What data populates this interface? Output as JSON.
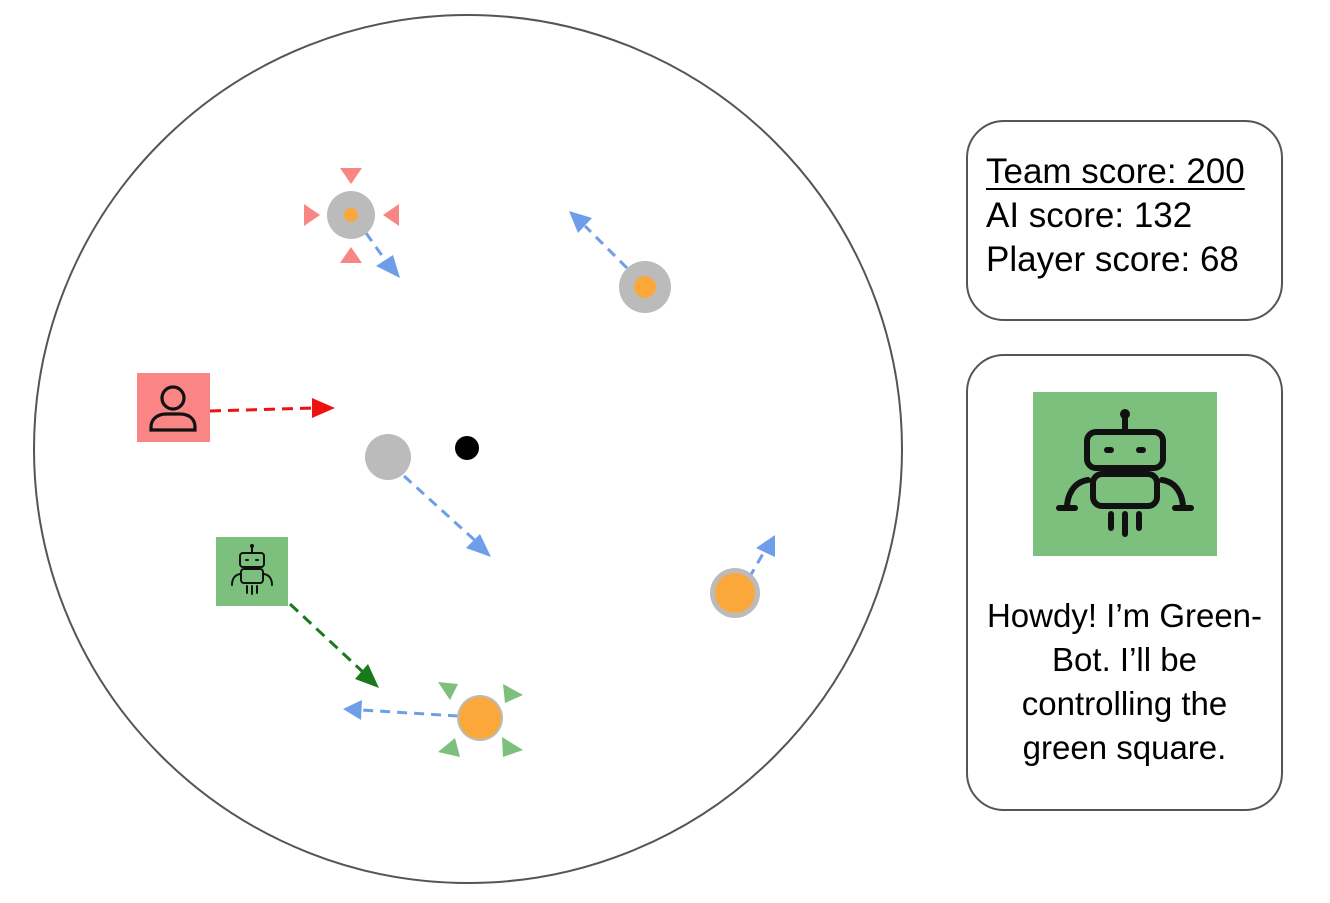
{
  "scoreboard": {
    "team_score": "Team score: 200",
    "ai_score": "AI score: 132",
    "player_score": "Player score: 68"
  },
  "chat": {
    "avatar_icon": "robot-icon",
    "message": "Howdy! I’m Green-Bot. I’ll be controlling the green square."
  },
  "arena": {
    "player_square": {
      "icon": "person-icon",
      "color": "#f98585"
    },
    "ai_square": {
      "icon": "robot-icon",
      "color": "#7dc07d"
    },
    "cursor_dot": {
      "color": "#000000"
    },
    "target_colors": {
      "idle": "#bbbbbb",
      "active": "#fba83a",
      "player_marker": "#f98585",
      "ai_marker": "#7dc07d",
      "player_arrow": "#ee1111",
      "ai_arrow": "#1a7a1a",
      "target_arrow": "#6e9ee8"
    }
  }
}
